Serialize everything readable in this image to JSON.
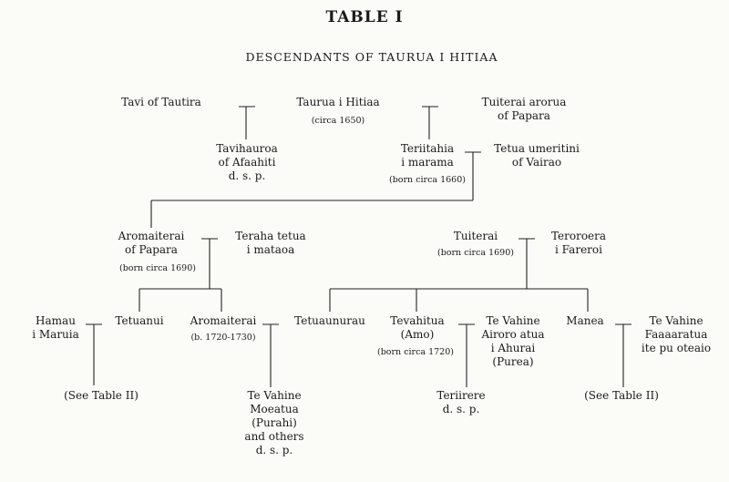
{
  "title": "TABLE I",
  "subtitle": "DESCENDANTS OF TAURUA I HITIAA",
  "people": {
    "tavi": "Tavi of Tautira",
    "taurua_name": "Taurua i Hitiaa",
    "taurua_date": "(circa 1650)",
    "tuiterai_arorua": "Tuiterai arorua\nof Papara",
    "tavihauroa": "Tavihauroa\nof Afaahiti\nd. s. p.",
    "teriitahia_name": "Teriitahia\ni marama",
    "teriitahia_date": "(born circa 1660)",
    "tetua_umeritini": "Tetua umeritini\nof Vairao",
    "aromaiterai1_name": "Aromaiterai\nof Papara",
    "aromaiterai1_date": "(born circa 1690)",
    "teraha": "Teraha tetua\ni mataoa",
    "tuiterai_name": "Tuiterai",
    "tuiterai_date": "(born circa 1690)",
    "teroroera": "Teroroera\ni Fareroi",
    "hamau": "Hamau\ni Maruia",
    "tetuanui": "Tetuanui",
    "aromaiterai2_name": "Aromaiterai",
    "aromaiterai2_date": "(b. 1720-1730)",
    "tetuaunurau": "Tetuaunurau",
    "tevahitua_name": "Tevahitua\n(Amo)",
    "tevahitua_date": "(born circa 1720)",
    "te_vahine_airoro": "Te Vahine\nAiroro atua\ni Ahurai\n(Purea)",
    "manea": "Manea",
    "te_vahine_faaaaratua": "Te Vahine\nFaaaaratua\nite pu oteaio",
    "see_table_1": "(See Table II)",
    "te_vahine_moeatua": "Te Vahine\nMoeatua\n(Purahi)\nand others\nd. s. p.",
    "teriirere": "Teriirere\nd. s. p.",
    "see_table_2": "(See Table II)"
  }
}
